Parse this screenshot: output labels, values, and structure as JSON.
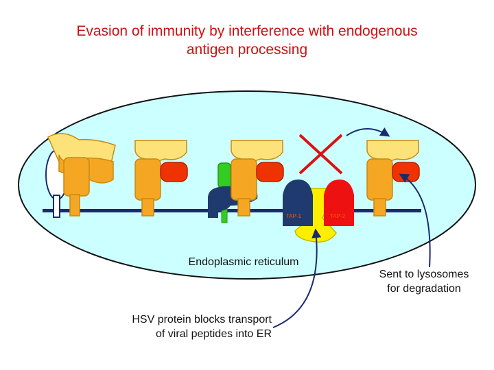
{
  "title": {
    "line1": "Evasion of immunity by interference with endogenous",
    "line2": "antigen processing"
  },
  "labels": {
    "tap1": "TAP-1",
    "tap2": "TAP-2",
    "er": "Endoplasmic reticulum",
    "lysosome_line1": "Sent to lysosomes",
    "lysosome_line2": "for degradation",
    "hsv_line1": "HSV protein blocks transport",
    "hsv_line2": "of viral peptides into ER"
  },
  "colors": {
    "title": "#cc1111",
    "er_fill": "#ccffff",
    "membrane": "#1a2a6c",
    "mhc_orange": "#f5a623",
    "mhc_light": "#fde27a",
    "b2m_red": "#ee3300",
    "tap1": "#1e3a6e",
    "tap2": "#ee1111",
    "peptide_yellow": "#ffee00",
    "tapasin_green": "#33cc22",
    "block_x": "#dd1111"
  }
}
